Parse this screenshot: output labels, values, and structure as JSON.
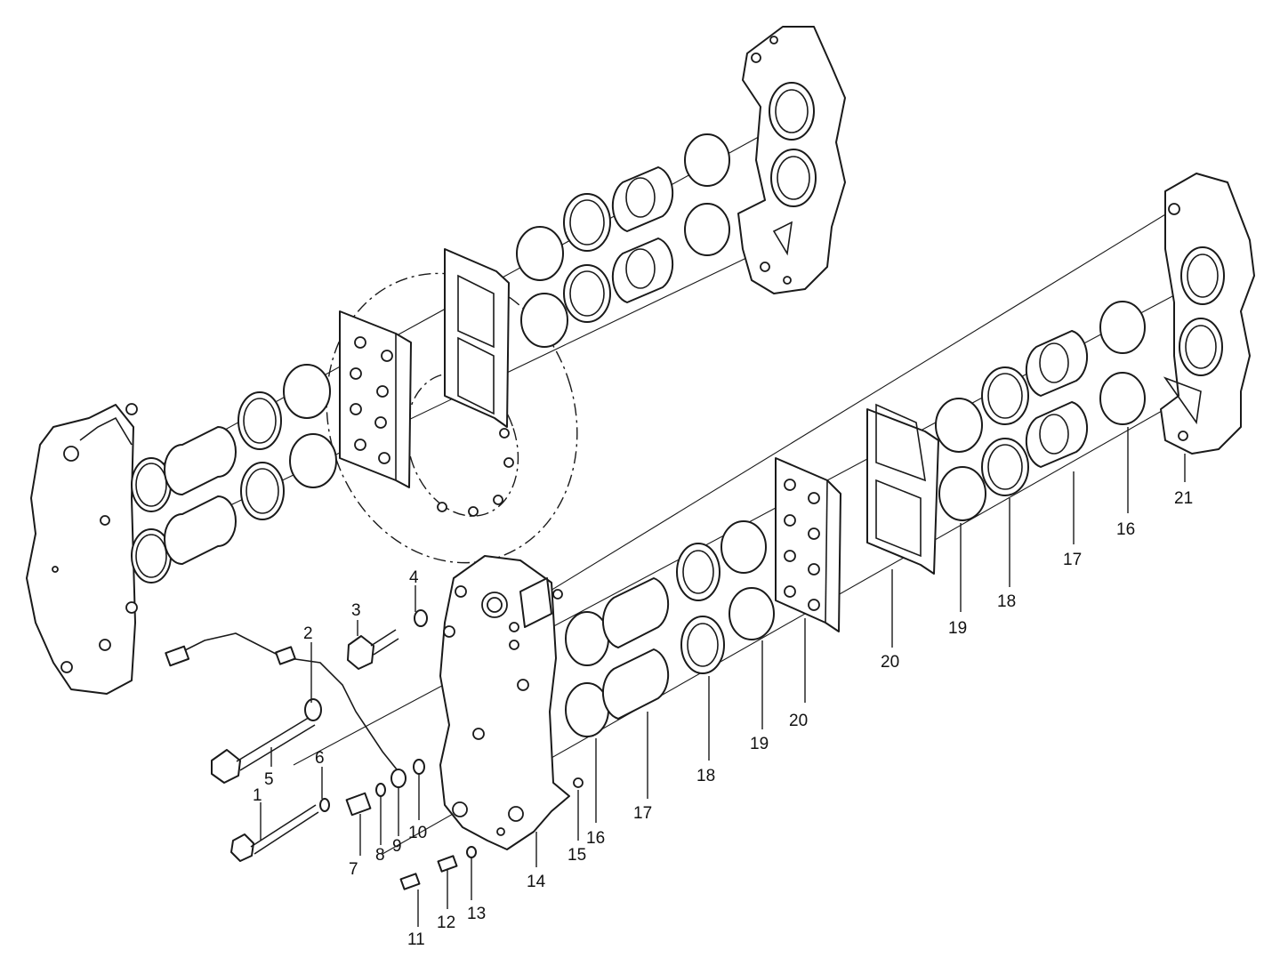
{
  "diagram": {
    "callouts": [
      "1",
      "2",
      "3",
      "4",
      "5",
      "6",
      "7",
      "8",
      "9",
      "10",
      "11",
      "12",
      "13",
      "14",
      "15",
      "16",
      "17",
      "18",
      "19",
      "20",
      "21"
    ],
    "callouts_dup": [
      "16",
      "17",
      "18",
      "19",
      "20"
    ]
  }
}
